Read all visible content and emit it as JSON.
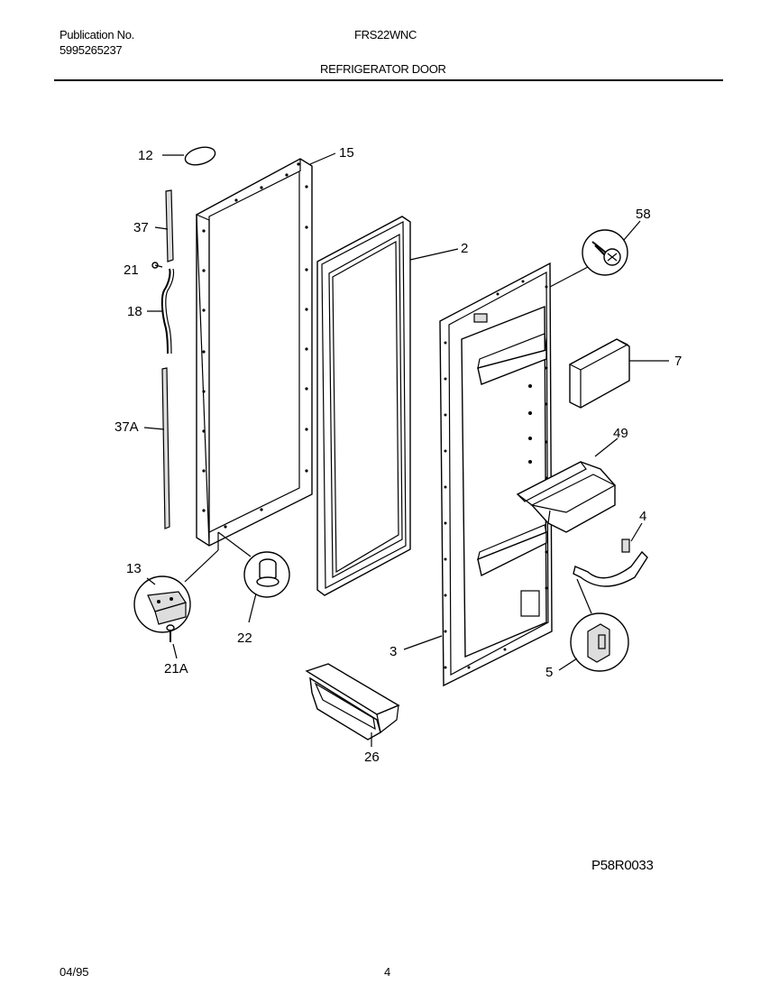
{
  "header": {
    "pub_label": "Publication No.",
    "pub_number": "5995265237",
    "model": "FRS22WNC",
    "section_title": "REFRIGERATOR DOOR"
  },
  "callouts": {
    "c12": "12",
    "c15": "15",
    "c37": "37",
    "c21": "21",
    "c18": "18",
    "c37a": "37A",
    "c13": "13",
    "c21a": "21A",
    "c22": "22",
    "c2": "2",
    "c58": "58",
    "c7": "7",
    "c49": "49",
    "c4": "4",
    "c3": "3",
    "c5": "5",
    "c26": "26"
  },
  "diagram_code": "P58R0033",
  "footer": {
    "date": "04/95",
    "page": "4"
  }
}
